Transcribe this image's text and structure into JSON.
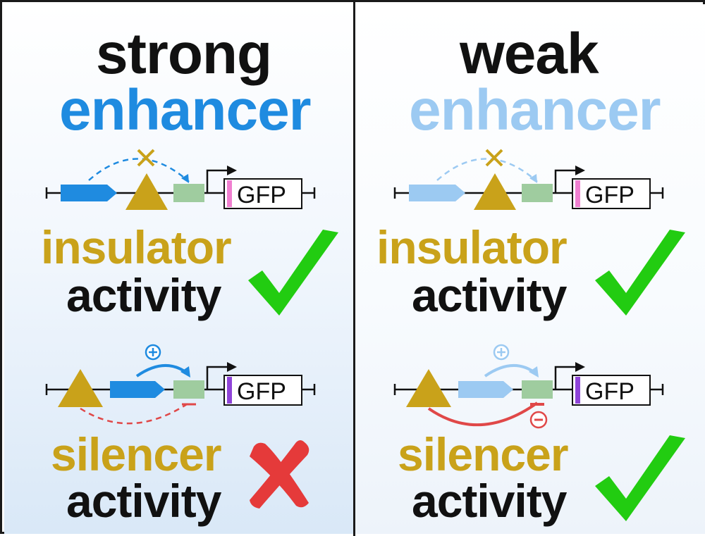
{
  "left_panel": {
    "title_line1": "strong",
    "title_line2": "enhancer",
    "insulator_word": "insulator",
    "insulator_activity": "activity",
    "silencer_word": "silencer",
    "silencer_activity": "activity",
    "reporter_label": "GFP"
  },
  "right_panel": {
    "title_line1": "weak",
    "title_line2": "enhancer",
    "insulator_word": "insulator",
    "insulator_activity": "activity",
    "silencer_word": "silencer",
    "silencer_activity": "activity",
    "reporter_label": "GFP"
  },
  "colors": {
    "strong_enhancer": "#1f8be0",
    "weak_enhancer": "#9ccaf2",
    "insulator_gold": "#c9a21a",
    "promoter_green": "#9fcc9f",
    "insulator_reporter_band": "#f07fd0",
    "silencer_reporter_band": "#8f44d8",
    "check_green": "#22cc11",
    "cross_red": "#e53a3a",
    "repression_red": "#e04848"
  },
  "outcomes": {
    "strong_insulator": "check-icon",
    "strong_silencer": "cross-icon",
    "weak_insulator": "check-icon",
    "weak_silencer": "check-icon"
  }
}
